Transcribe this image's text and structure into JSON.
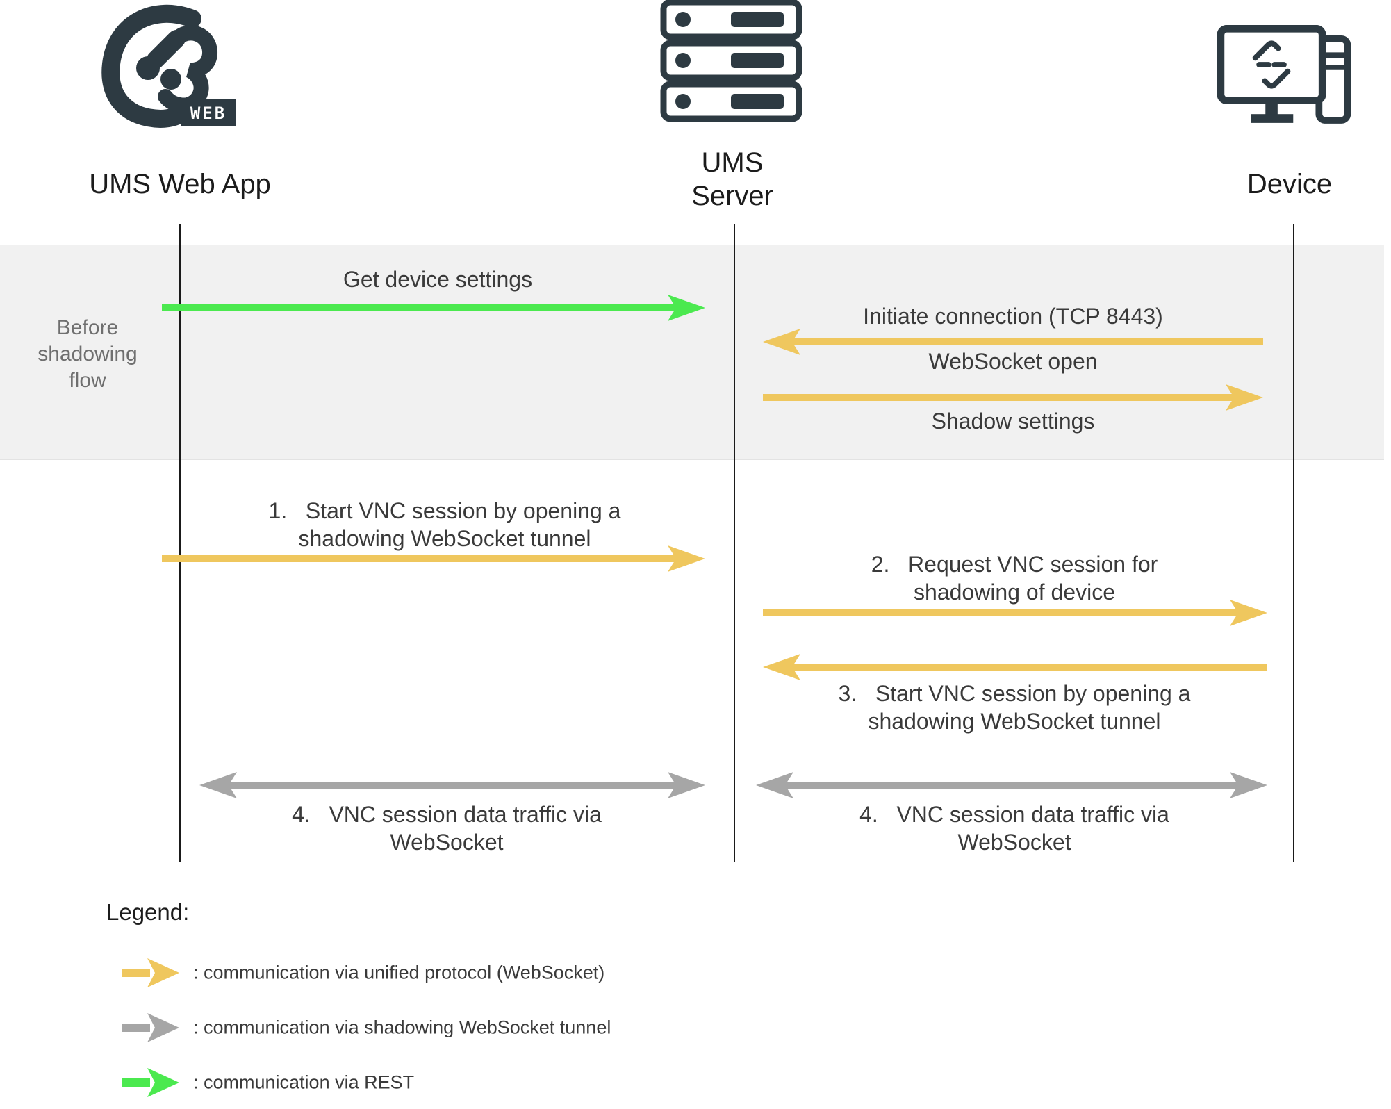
{
  "actors": {
    "web_app": {
      "name": "UMS Web App",
      "badge": "WEB",
      "icon": "ums-web-logo-icon"
    },
    "server": {
      "name": "UMS\nServer",
      "icon": "server-rack-icon"
    },
    "device": {
      "name": "Device",
      "icon": "device-workstation-icon"
    }
  },
  "phase_band": {
    "label": "Before\nshadowing\nflow"
  },
  "messages": {
    "get_device_settings": {
      "label": "Get device settings",
      "from": "UMS Web App",
      "to": "UMS Server",
      "protocol": "REST",
      "direction": "right"
    },
    "initiate_connection": {
      "label": "Initiate connection (TCP 8443)",
      "from": "Device",
      "to": "UMS Server",
      "protocol": "unified protocol (WebSocket)",
      "direction": "left"
    },
    "websocket_open": {
      "label": "WebSocket open",
      "from": "UMS Server",
      "to": "Device",
      "protocol": "unified protocol (WebSocket)",
      "direction": "right"
    },
    "shadow_settings": {
      "label": "Shadow settings",
      "from": "UMS Server",
      "to": "Device",
      "protocol": "unified protocol (WebSocket)",
      "direction": "right"
    },
    "step1": {
      "label": "1.   Start VNC session by opening a\nshadowing WebSocket tunnel",
      "from": "UMS Web App",
      "to": "UMS Server",
      "protocol": "unified protocol (WebSocket)",
      "direction": "right"
    },
    "step2": {
      "label": "2.   Request VNC session for\nshadowing of device",
      "from": "UMS Server",
      "to": "Device",
      "protocol": "unified protocol (WebSocket)",
      "direction": "right"
    },
    "step3": {
      "label": "3.   Start VNC session by opening a\nshadowing WebSocket tunnel",
      "from": "Device",
      "to": "UMS Server",
      "protocol": "unified protocol (WebSocket)",
      "direction": "left"
    },
    "step4_webapp_server": {
      "label": "4.   VNC session data traffic via\nWebSocket",
      "from": "UMS Web App",
      "to": "UMS Server",
      "protocol": "shadowing WebSocket tunnel",
      "direction": "both"
    },
    "step4_server_device": {
      "label": "4.   VNC session data traffic via\nWebSocket",
      "from": "UMS Server",
      "to": "Device",
      "protocol": "shadowing WebSocket tunnel",
      "direction": "both"
    }
  },
  "legend": {
    "title": "Legend:",
    "items": [
      {
        "label": ": communication via unified protocol (WebSocket)",
        "color": "#efc75e",
        "style": "yellow-arrow"
      },
      {
        "label": ": communication via shadowing WebSocket tunnel",
        "color": "#a6a6a6",
        "style": "gray-arrow"
      },
      {
        "label": ": communication via REST",
        "color": "#4be94f",
        "style": "green-arrow"
      }
    ]
  },
  "colors": {
    "dark": "#2d3a42",
    "yellow": "#efc75e",
    "green": "#4be94f",
    "gray": "#a6a6a6",
    "band-bg": "#f1f1f1",
    "band-border": "#e3e3e3",
    "band-text": "#6f6f6f",
    "text": "#3a3a3a",
    "label": "#1c1c1c",
    "lifeline": "#1a1a1a"
  }
}
